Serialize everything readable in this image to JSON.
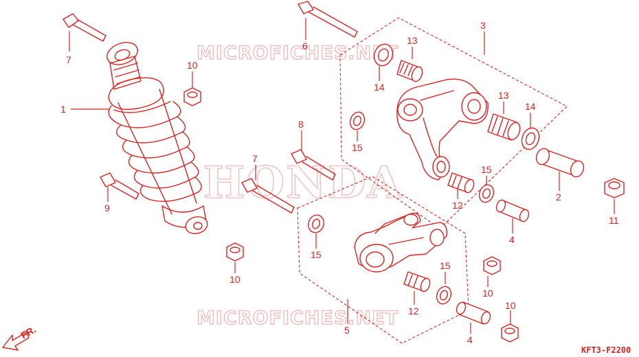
{
  "watermark": {
    "top": "MICROFICHES.NET",
    "bottom": "MICROFICHES.NET",
    "logo": "HONDA"
  },
  "direction": "FR.",
  "diagram_code": "KFT3-F2200",
  "colors": {
    "line": "#e0201f",
    "watermark": "#f2b7b7",
    "background": "#ffffff"
  },
  "callouts": {
    "c1": "1",
    "c2": "2",
    "c3": "3",
    "c4a": "4",
    "c4b": "4",
    "c5": "5",
    "c6": "6",
    "c7a": "7",
    "c7b": "7",
    "c8": "8",
    "c9": "9",
    "c10a": "10",
    "c10b": "10",
    "c10c": "10",
    "c10d": "10",
    "c11": "11",
    "c12a": "12",
    "c12b": "12",
    "c13a": "13",
    "c13b": "13",
    "c14a": "14",
    "c14b": "14",
    "c15a": "15",
    "c15b": "15",
    "c15c": "15",
    "c15d": "15"
  }
}
